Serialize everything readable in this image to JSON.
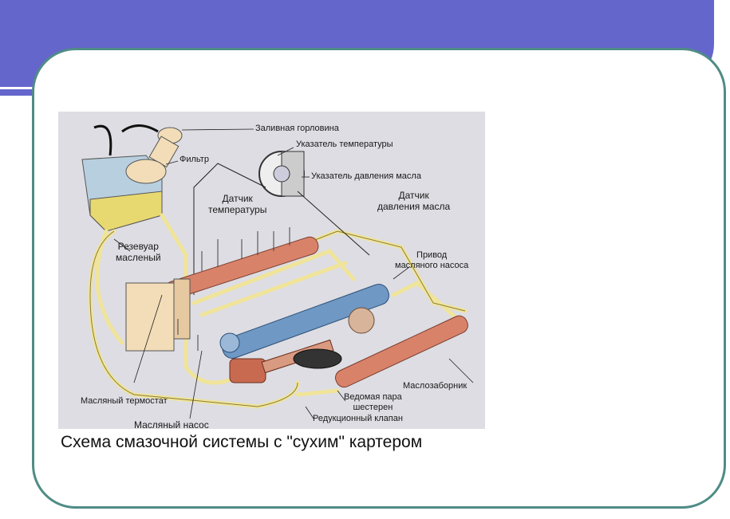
{
  "labels": {
    "filler_neck": "Заливная горловина",
    "filter": "Фильтр",
    "temp_gauge": "Указатель температуры",
    "oil_pressure_gauge": "Указатель давления масла",
    "temp_sensor": "Датчик\nтемпературы",
    "oil_pressure_sensor": "Датчик\nдавления масла",
    "oil_tank": "Резевуар\nмасленый",
    "pump_drive": "Привод\nмасляного насоса",
    "oil_pickup": "Маслозаборник",
    "driven_gears": "Ведомая пара\nшестерен",
    "reducing_valve": "Редукционный клапан",
    "oil_thermostat": "Масляный термостат",
    "oil_pump": "Масляный насос"
  },
  "caption": "Схема смазочной системы с \"сухим\" картером",
  "colors": {
    "header": "#6466cc",
    "frame": "#4f8c86",
    "figure_bg": "#dddde3",
    "pipe": "#f0e49a",
    "shaft": "#d9826a",
    "crank": "#6f98c4"
  }
}
